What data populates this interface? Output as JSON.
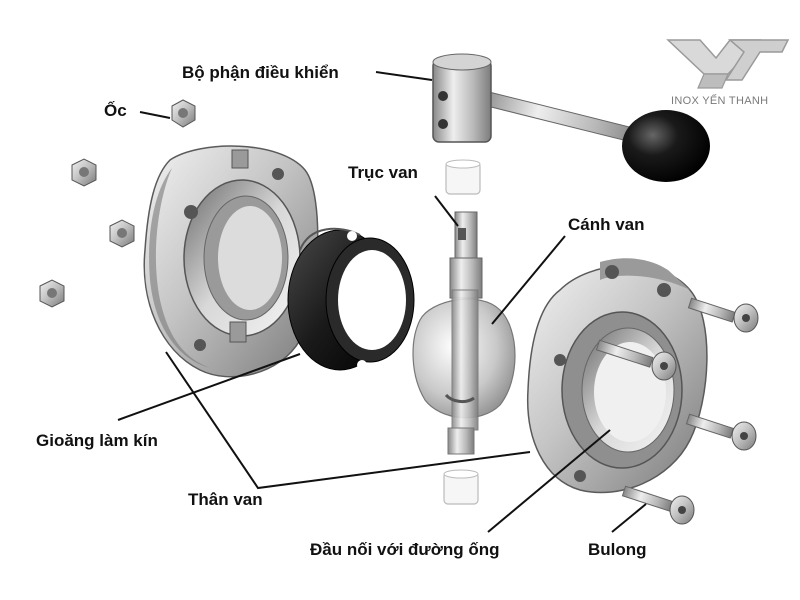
{
  "brand": {
    "name": "INOX YẾN THANH"
  },
  "labels": {
    "actuator": "Bộ phận điều khiển",
    "nut": "Ốc",
    "stem": "Trục van",
    "disc": "Cánh van",
    "gasket": "Gioăng làm kín",
    "body": "Thân van",
    "pipe_connector": "Đầu nối với đường ống",
    "bolt": "Bulong"
  },
  "colors": {
    "metal_light": "#e2e2e2",
    "metal_mid": "#b3b3b3",
    "metal_dark": "#6f6f6f",
    "gasket": "#1e1e1e",
    "handle_ball": "#111111",
    "label_text": "#111111",
    "brand_text": "#7a7a7a"
  }
}
